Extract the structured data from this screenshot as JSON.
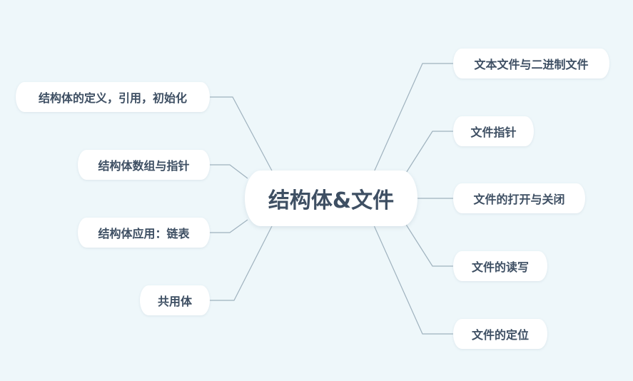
{
  "mindmap": {
    "center": {
      "label": "结构体&文件"
    },
    "left_branches": [
      {
        "label": "结构体的定义，引用，初始化"
      },
      {
        "label": "结构体数组与指针"
      },
      {
        "label": "结构体应用：链表"
      },
      {
        "label": "共用体"
      }
    ],
    "right_branches": [
      {
        "label": "文本文件与二进制文件"
      },
      {
        "label": "文件指针"
      },
      {
        "label": "文件的打开与关闭"
      },
      {
        "label": "文件的读写"
      },
      {
        "label": "文件的定位"
      }
    ]
  },
  "colors": {
    "background": "#eef7fa",
    "node_fill": "#ffffff",
    "text": "#3e4f63",
    "connector": "#9fb2be"
  }
}
